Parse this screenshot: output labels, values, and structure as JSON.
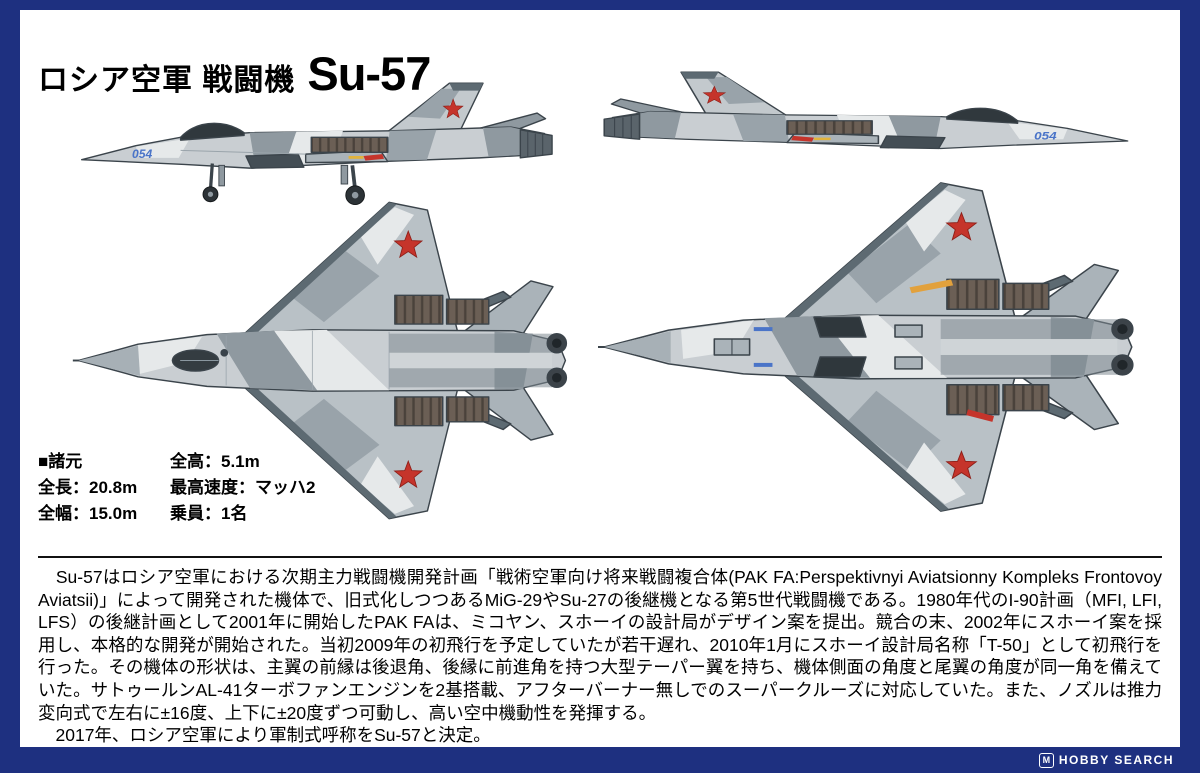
{
  "header": {
    "title_jp": "ロシア空軍 戦闘機",
    "title_model": "Su-57"
  },
  "aircraft": {
    "number": "054"
  },
  "specs": {
    "rows": [
      [
        "■諸元",
        "全高：5.1m"
      ],
      [
        "全長：20.8m",
        "最高速度：マッハ2"
      ],
      [
        "全幅：15.0m",
        "乗員：1名"
      ]
    ]
  },
  "description": {
    "p1": "　Su-57はロシア空軍における次期主力戦闘機開発計画「戦術空軍向け将来戦闘複合体(PAK FA:Perspektivnyi Aviatsionny Kompleks Frontovoy Aviatsii)」によって開発された機体で、旧式化しつつあるMiG-29やSu-27の後継機となる第5世代戦闘機である。1980年代のI-90計画（MFI, LFI, LFS）の後継計画として2001年に開始したPAK FAは、ミコヤン、スホーイの設計局がデザイン案を提出。競合の末、2002年にスホーイ案を採用し、本格的な開発が開始された。当初2009年の初飛行を予定していたが若干遅れ、2010年1月にスホーイ設計局名称「T-50」として初飛行を行った。その機体の形状は、主翼の前縁は後退角、後縁に前進角を持つ大型テーパー翼を持ち、機体側面の角度と尾翼の角度が同一角を備えていた。サトゥールンAL-41ターボファンエンジンを2基搭載、アフターバーナー無しでのスーパークルーズに対応していた。また、ノズルは推力変向式で左右に±16度、上下に±20度ずつ可動し、高い空中機動性を発揮する。",
    "p2": "　2017年、ロシア空軍により軍制式呼称をSu-57と決定。"
  },
  "watermark": {
    "icon_letter": "M",
    "label": "HOBBY SEARCH"
  },
  "colors": {
    "frame_blue": "#1e3080",
    "star_red": "#c5342b",
    "camo_base": "#c9ced2",
    "camo_light": "#e6e9ea",
    "camo_mid": "#8f99a0",
    "camo_dark": "#5d6a72",
    "panel_brown": "#6b5f55",
    "number_blue": "#4a74c8"
  }
}
